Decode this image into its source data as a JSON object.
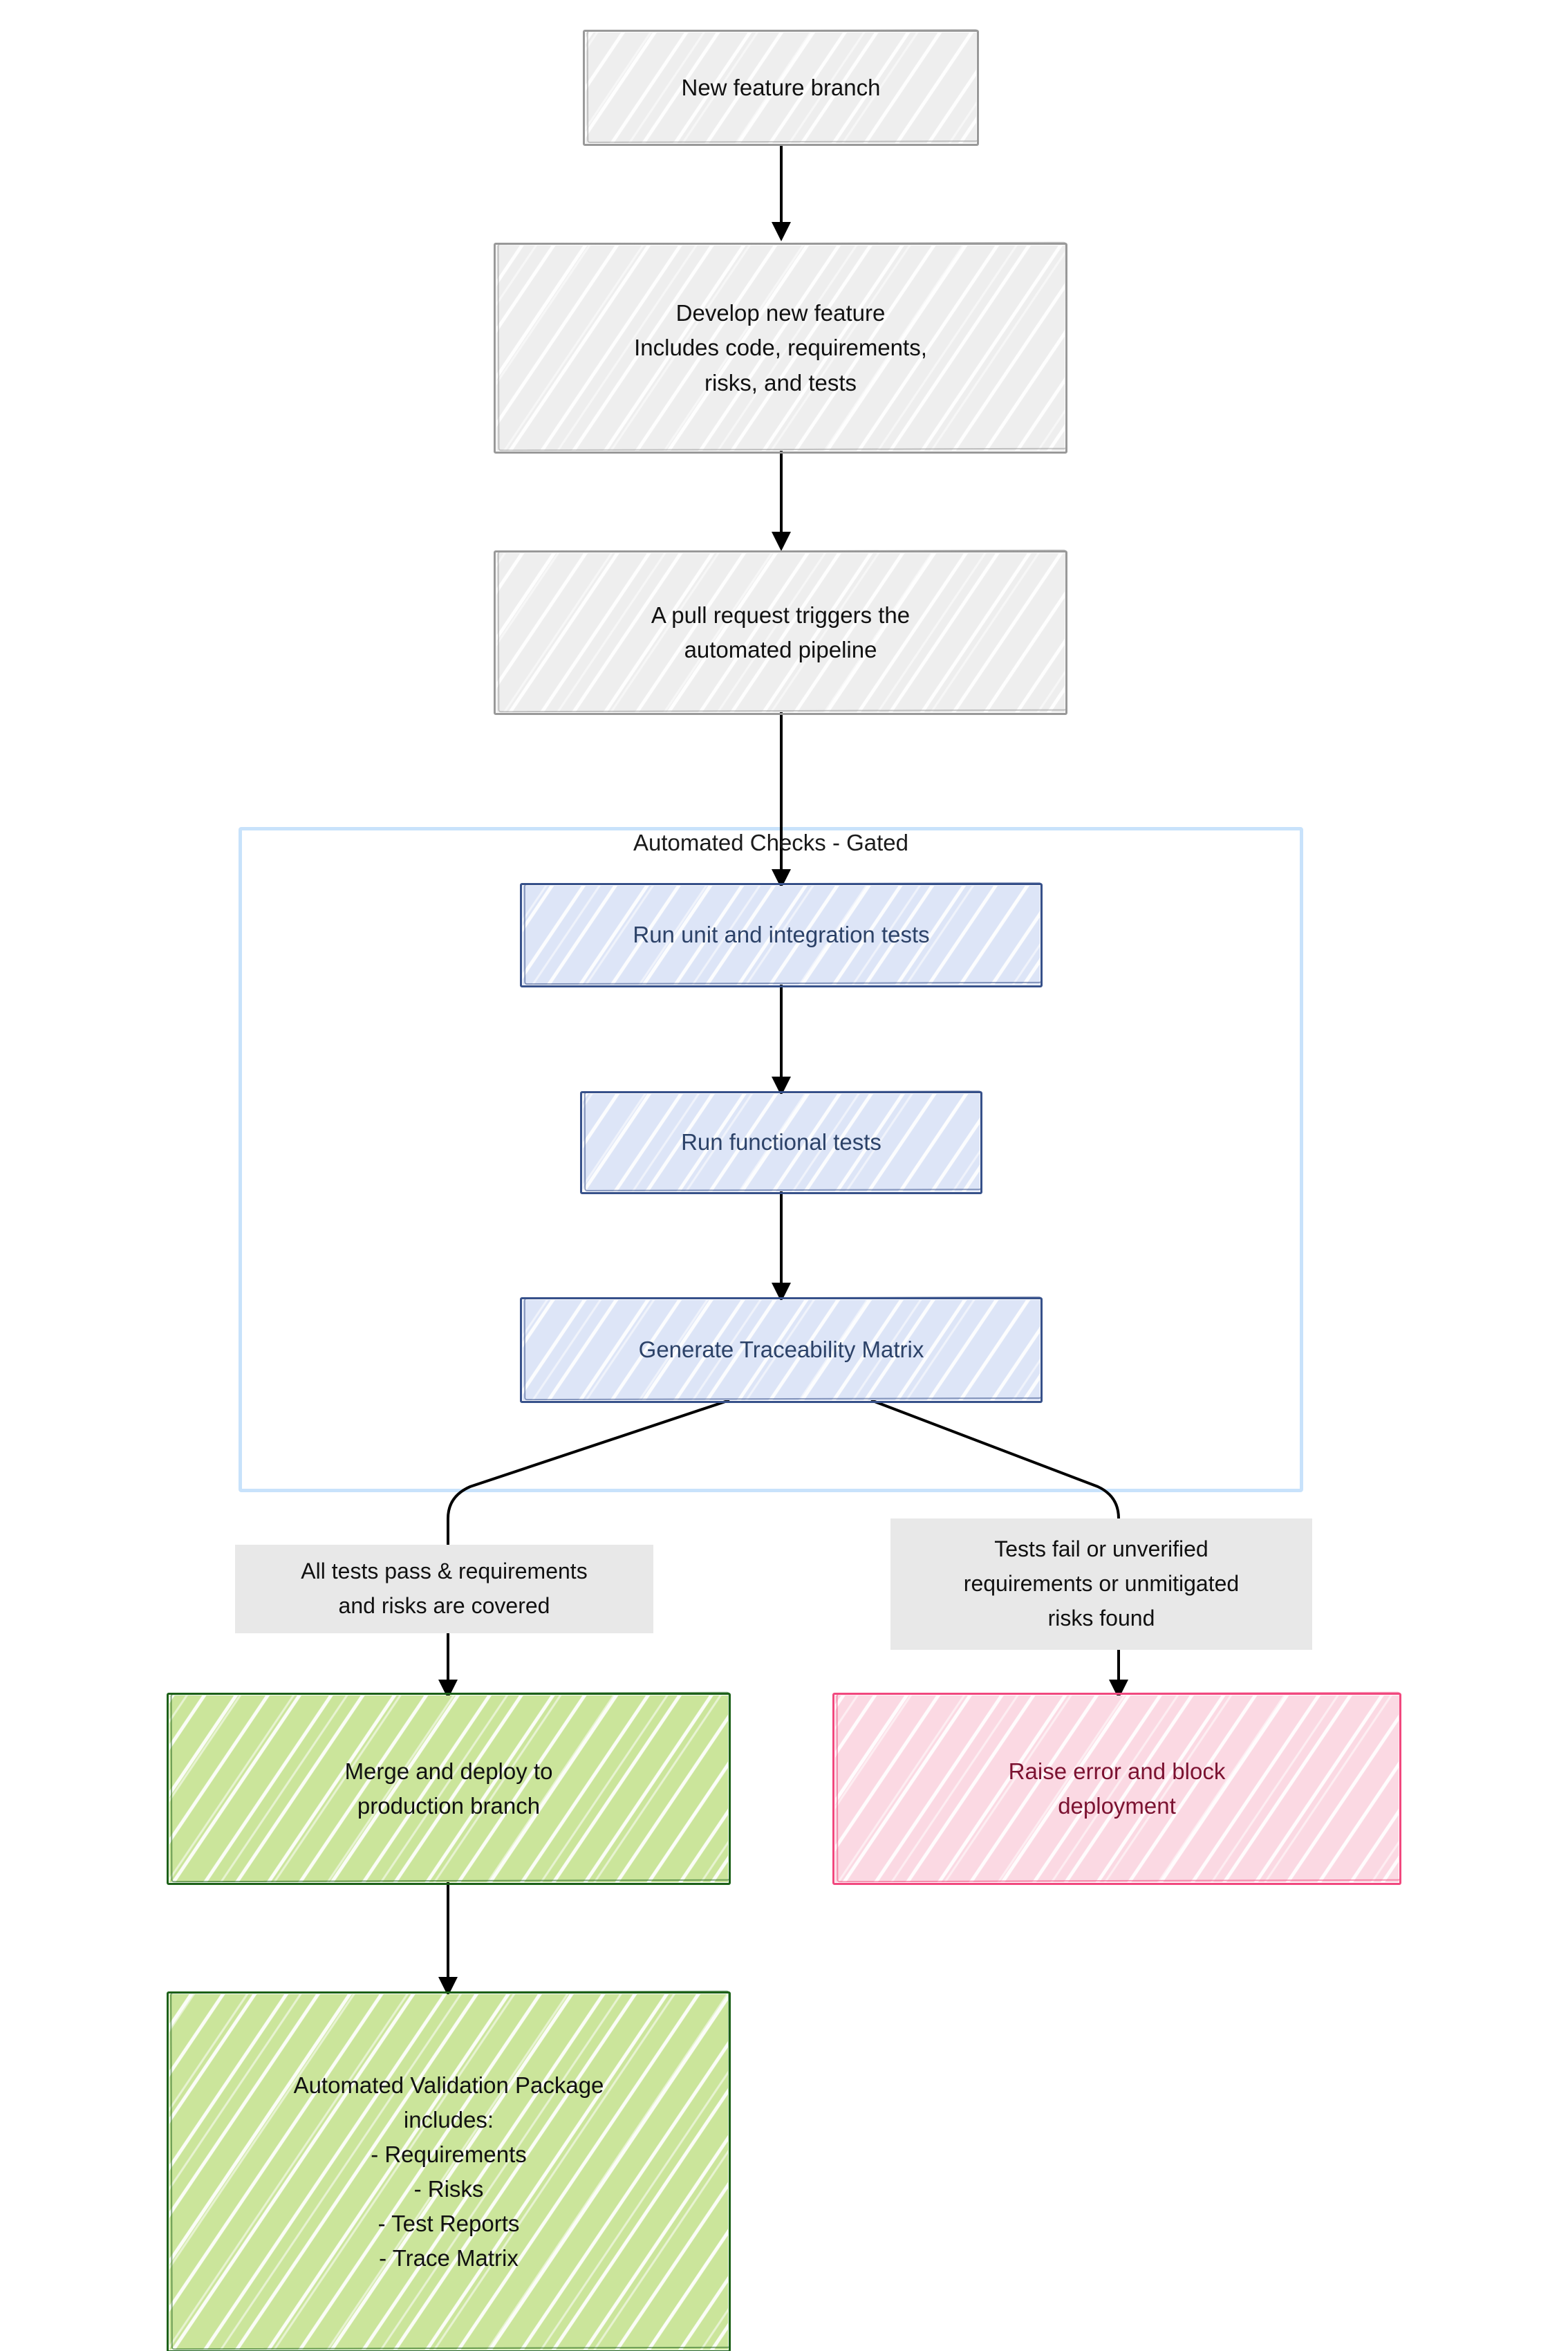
{
  "diagram": {
    "title": "Automated validation pipeline flowchart",
    "style": "hand-drawn sketch",
    "colors": {
      "grey_fill": "#eeeeee",
      "grey_stroke": "#999999",
      "blue_fill": "#dde5f7",
      "blue_stroke": "#37518a",
      "blue_text": "#2c4268",
      "green_fill": "#cbe59b",
      "green_stroke": "#1c6118",
      "pink_fill": "#fbd9e3",
      "pink_stroke": "#f1487e",
      "pink_text": "#7b1231",
      "subgraph_stroke": "#c8e2fb",
      "edge_label_fill": "#e8e8e8",
      "arrow": "#000000"
    }
  },
  "nodes": {
    "new_feature_branch": "New feature branch",
    "develop_feature": "Develop new feature\nIncludes code, requirements,\nrisks, and tests",
    "pull_request": "A pull request triggers the\nautomated pipeline",
    "unit_integration_tests": "Run unit and integration tests",
    "functional_tests": "Run functional tests",
    "traceability_matrix": "Generate Traceability Matrix",
    "merge_deploy": "Merge and deploy to\nproduction branch",
    "raise_error": "Raise error and block\ndeployment",
    "validation_package": "Automated Validation Package\nincludes:\n- Requirements\n- Risks\n- Test Reports\n- Trace Matrix"
  },
  "subgraph": {
    "label": "Automated Checks - Gated"
  },
  "edge_labels": {
    "pass": "All tests pass & requirements\nand risks are covered",
    "fail": "Tests fail or unverified\nrequirements or unmitigated\nrisks found"
  }
}
